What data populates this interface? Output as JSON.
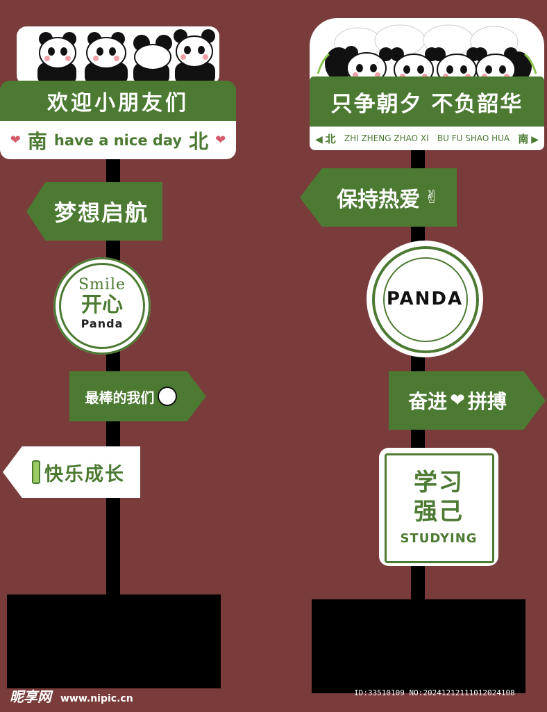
{
  "colors": {
    "background": "#7a3b3b",
    "green": "#4c7a32",
    "white": "#ffffff",
    "heart": "#d45a6a",
    "pole": "#000000"
  },
  "left_sign": {
    "top_banner": "欢迎小朋友们",
    "sub_left_dir": "南",
    "sub_phrase": "have a nice day",
    "sub_right_dir": "北",
    "heart_icon": "heart-icon",
    "arrow_dream": "梦想启航",
    "circle_smile": "Smile",
    "circle_kaixin": "开心",
    "circle_panda": "Panda",
    "arrow_best": "最棒的我们",
    "arrow_happy": "快乐成长"
  },
  "right_sign": {
    "top_banner": "只争朝夕 不负韶华",
    "sub_left_dir": "北",
    "sub_pinyin_1": "ZHI ZHENG ZHAO XI",
    "sub_pinyin_2": "BU FU SHAO HUA",
    "sub_right_dir": "南",
    "arrow_keep": "保持热爱",
    "circle_panda": "PANDA",
    "arrow_strive_1": "奋进",
    "arrow_strive_2": "拼搏",
    "study_l1": "学习",
    "study_l2": "强己",
    "study_l3": "STUDYING"
  },
  "footer": {
    "watermark_brand": "昵享网",
    "watermark_url": "www.nipic.cn",
    "image_id": "ID:33510109 NO:20241212111012024108"
  }
}
